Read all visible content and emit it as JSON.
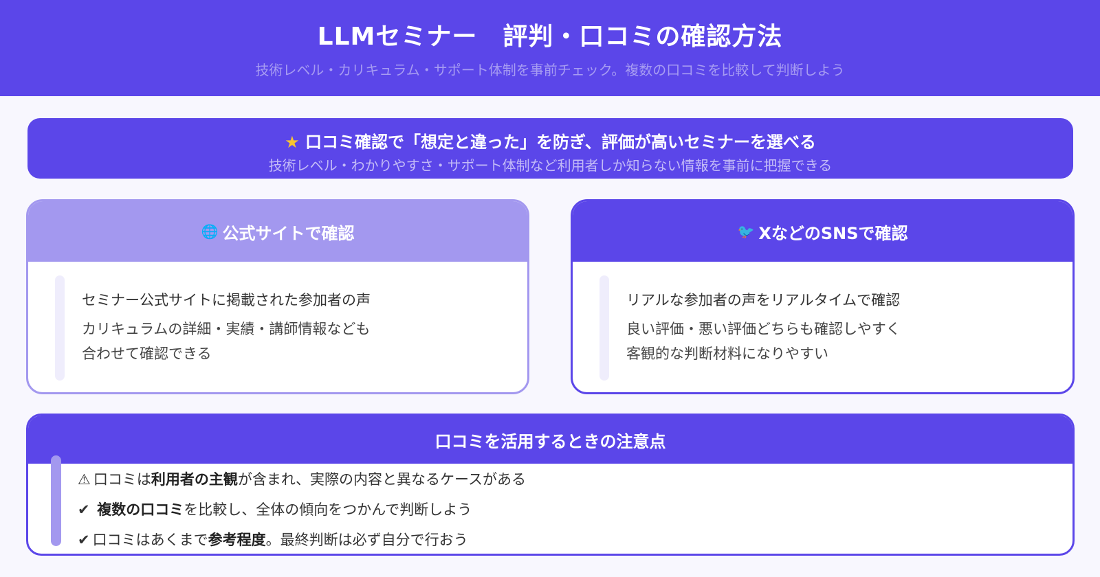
{
  "header": {
    "title": "LLMセミナー　評判・口コミの確認方法",
    "subtitle": "技術レベル・カリキュラム・サポート体制を事前チェック。複数の口コミを比較して判断しよう"
  },
  "banner": {
    "icon": "★",
    "title": "口コミ確認で「想定と違った」を防ぎ、評価が高いセミナーを選べる",
    "subtitle": "技術レベル・わかりやすさ・サポート体制など利用者しか知らない情報を事前に把握できる"
  },
  "cards": [
    {
      "icon": "🌐",
      "icon_name": "globe-icon",
      "title": "公式サイトで確認",
      "lead": "セミナー公式サイトに掲載された参加者の声",
      "detail_1": "カリキュラムの詳細・実績・講師情報なども",
      "detail_2": "合わせて確認できる"
    },
    {
      "icon": "🐦",
      "icon_name": "bird-icon",
      "title": "XなどのSNSで確認",
      "lead": "リアルな参加者の声をリアルタイムで確認",
      "detail_1": "良い評価・悪い評価どちらも確認しやすく",
      "detail_2": "客観的な判断材料になりやすい"
    }
  ],
  "notes": {
    "title": "口コミを活用するときの注意点",
    "items": [
      {
        "mark": "⚠",
        "pre": "口コミは",
        "bold": "利用者の主観",
        "post": "が含まれ、実際の内容と異なるケースがある"
      },
      {
        "mark": "✔",
        "pre": " ",
        "bold": "複数の口コミ",
        "post": "を比較し、全体の傾向をつかんで判断しよう"
      },
      {
        "mark": "✔",
        "pre": "口コミはあくまで",
        "bold": "参考程度",
        "post": "。最終判断は必ず自分で行おう"
      }
    ]
  },
  "colors": {
    "primary": "#5b46e9",
    "secondary": "#a398ef",
    "background": "#f8f7fe"
  }
}
